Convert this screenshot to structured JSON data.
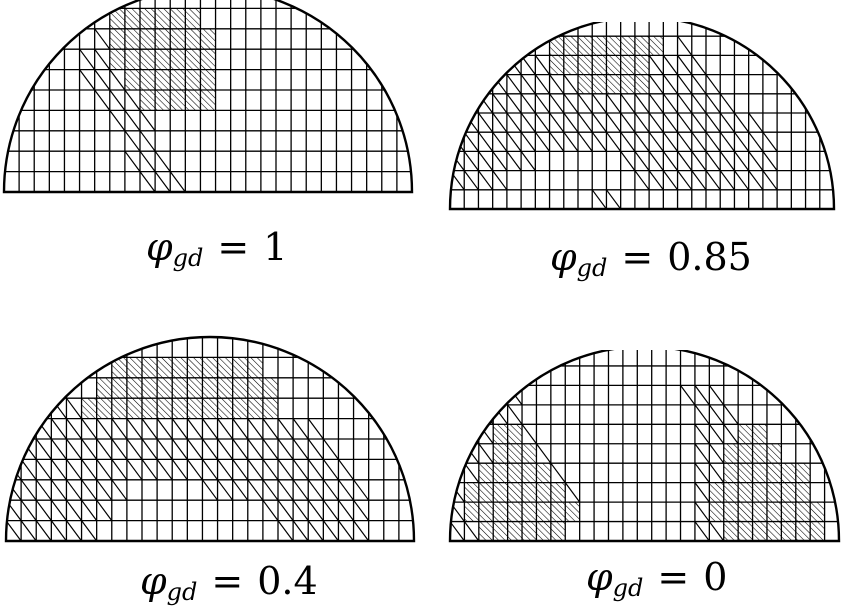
{
  "figure": {
    "panels": [
      {
        "symbol": "φ",
        "subscript": "gd",
        "equals": "=",
        "value": "1",
        "cells": [
          "...........................",
          ".......######..............",
          "......D#######.............",
          ".....DD#######.............",
          ".....DDD######.............",
          "......DDD#####.............",
          ".......DDD.................",
          "........DD.................",
          "........DDD................",
          ".........DDD..............."
        ]
      },
      {
        "symbol": "φ",
        "subscript": "gd",
        "equals": "=",
        "value": "0.85",
        "cells": [
          "...........................",
          ".......########.D..........",
          "....DDD#######DDDD.........",
          "...DDDDDD#####DDDDD........",
          "..DDDDDDDDDDDDDDDDDD.......",
          ".DDDDDDDDDDDDDDDDDDDDD.....",
          "DDDDDDDDDDDDDDDDDDDDDDD....",
          "DDDDDD......DDDDDDDDDDD....",
          "DDDD.........DDDDDDDDDD....",
          "..........DD..............."
        ]
      },
      {
        "symbol": "φ",
        "subscript": "gd",
        "equals": "=",
        "value": "0.4",
        "cells": [
          "...........................",
          ".......##########..........",
          "......############.........",
          "...DD#############.........",
          "..DDDDDDDDDDDDDDDDDDD......",
          ".DDDDDDDDDDDDDDDDDDDDD.....",
          "DDDDDDDDDDDDDDDDDDDDDDD....",
          "DDDDDDDD.....DDDDDDDDDDD...",
          "DDDDDDD..........DDDDDDD...",
          "DDDDDD............DDDDDD..."
        ]
      },
      {
        "symbol": "φ",
        "subscript": "gd",
        "equals": "=",
        "value": "0",
        "cells": [
          "...........................",
          "...........................",
          "...DD...........DDD........",
          "..DDD............DDD.......",
          ".DD##D...........DDD##.....",
          ".DD###D..........DD####....",
          ".D#####D.........DD######..",
          "D#######D........D#######..",
          "D########........D########.",
          "DD######.........DD#######."
        ]
      }
    ]
  }
}
